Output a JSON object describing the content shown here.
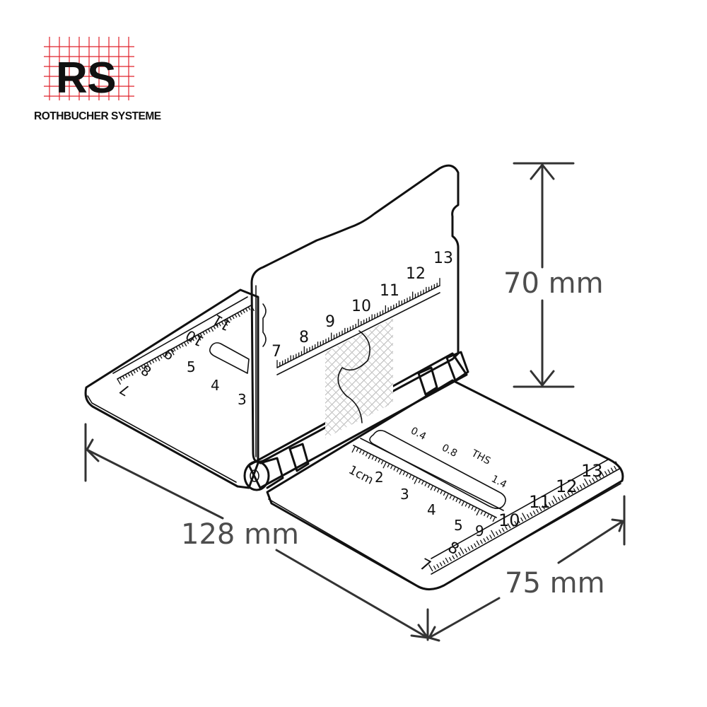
{
  "logo": {
    "monogram": "RS",
    "company_name": "ROTHBUCHER SYSTEME",
    "grid_color": "#e0202a"
  },
  "dimensions": {
    "height_label": "70 mm",
    "length_label": "128 mm",
    "width_label": "75 mm",
    "line_color": "#333333"
  },
  "rulers": {
    "back_panel_numbers": [
      "7",
      "8",
      "9",
      "10",
      "11",
      "12",
      "13"
    ],
    "left_panel_numbers": [
      "7",
      "8",
      "9",
      "10",
      "11",
      "5",
      "4",
      "3"
    ],
    "right_panel_scale_numbers": [
      "1cm",
      "2",
      "3",
      "4",
      "5",
      "9",
      "10",
      "11",
      "12",
      "13",
      "7",
      "8"
    ],
    "tint_scale_numbers": [
      "0.4",
      "0.8",
      "1.4"
    ],
    "tint_scale_label": "THS"
  }
}
